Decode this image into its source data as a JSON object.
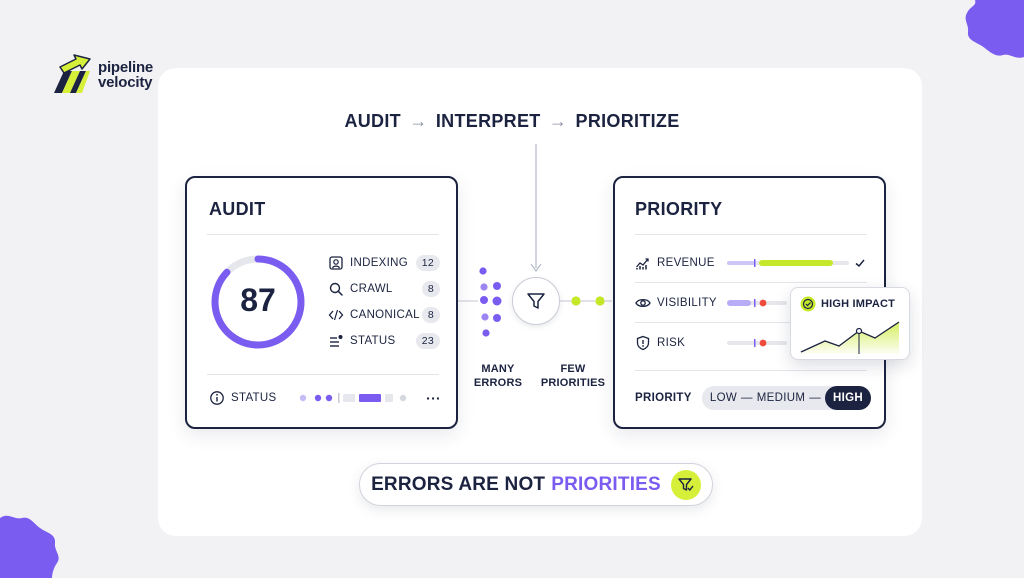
{
  "brand": {
    "line1": "pipeline",
    "line2": "velocity"
  },
  "colors": {
    "ink": "#1b2340",
    "purple": "#7b5cf0",
    "lime": "#c6e82a",
    "red": "#ef4a3c"
  },
  "flow": {
    "step1": "AUDIT",
    "step2": "INTERPRET",
    "step3": "PRIORITIZE",
    "arrow": "→"
  },
  "audit": {
    "title": "AUDIT",
    "score": "87",
    "score_fraction": 0.87,
    "metrics": [
      {
        "icon": "user-square-icon",
        "label": "INDEXING",
        "count": "12"
      },
      {
        "icon": "search-icon",
        "label": "CRAWL",
        "count": "8"
      },
      {
        "icon": "code-icon",
        "label": "CANONICAL",
        "count": "8"
      },
      {
        "icon": "list-icon",
        "label": "STATUS",
        "count": "23"
      }
    ],
    "status_label": "STATUS",
    "more": "···"
  },
  "funnel": {
    "left_line1": "MANY",
    "left_line2": "ERRORS",
    "right_line1": "FEW",
    "right_line2": "PRIORITIES"
  },
  "priority": {
    "title": "PRIORITY",
    "rows": [
      {
        "icon": "trend-chart-icon",
        "label": "REVENUE",
        "fill": 0.6
      },
      {
        "icon": "eye-icon",
        "label": "VISIBILITY"
      },
      {
        "icon": "shield-alert-icon",
        "label": "RISK"
      }
    ],
    "footer_label": "PRIORITY",
    "scale": {
      "low": "LOW",
      "dash": "—",
      "medium": "MEDIUM",
      "high": "HIGH"
    }
  },
  "impact": {
    "label": "HIGH IMPACT"
  },
  "tagline": {
    "part1": "ERRORS ARE NOT",
    "part2": "PRIORITIES"
  }
}
